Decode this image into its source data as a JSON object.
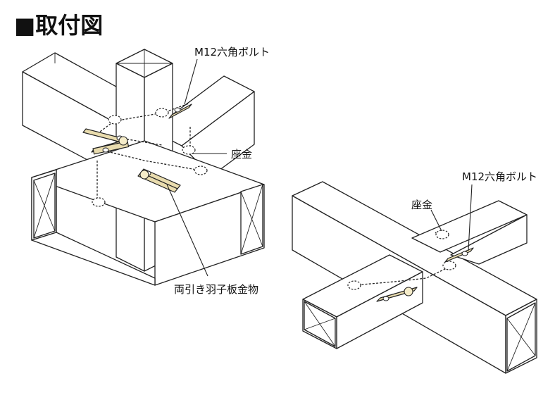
{
  "title": "■取付図",
  "left_figure": {
    "labels": {
      "bolt": "M12六角ボルト",
      "washer": "座金",
      "hardware": "両引き羽子板金物"
    }
  },
  "right_figure": {
    "labels": {
      "bolt": "M12六角ボルト",
      "washer": "座金"
    }
  }
}
